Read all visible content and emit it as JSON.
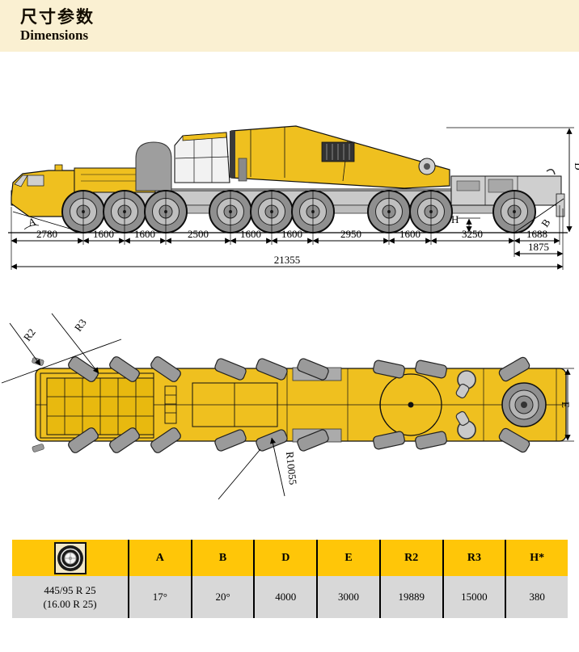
{
  "header": {
    "title_zh": "尺寸参数",
    "title_en": "Dimensions"
  },
  "side_view": {
    "dims": [
      "2780",
      "1600",
      "1600",
      "2500",
      "1600",
      "1600",
      "2950",
      "1600",
      "3250",
      "1688"
    ],
    "dim_rear_overhang": "1875",
    "dim_total_length": "21355",
    "label_approach_angle": "A",
    "label_departure_angle": "B",
    "label_overall_height": "D",
    "label_ground_clearance": "H"
  },
  "top_view": {
    "label_r2": "R2",
    "label_r3": "R3",
    "label_turning_radius": "R10055",
    "label_overall_width": "E"
  },
  "spec_table": {
    "tire_size_line1": "445/95 R 25",
    "tire_size_line2": "(16.00 R 25)",
    "columns": [
      "A",
      "B",
      "D",
      "E",
      "R2",
      "R3",
      "H*"
    ],
    "values": [
      "17°",
      "20°",
      "4000",
      "3000",
      "19889",
      "15000",
      "380"
    ]
  },
  "colors": {
    "band_cream": "#FAF0D2",
    "table_header_yellow": "#FFC608",
    "table_row_gray": "#D8D8D8",
    "machine_yellow": "#EFC01F",
    "part_gray": "#8F8F8F"
  }
}
